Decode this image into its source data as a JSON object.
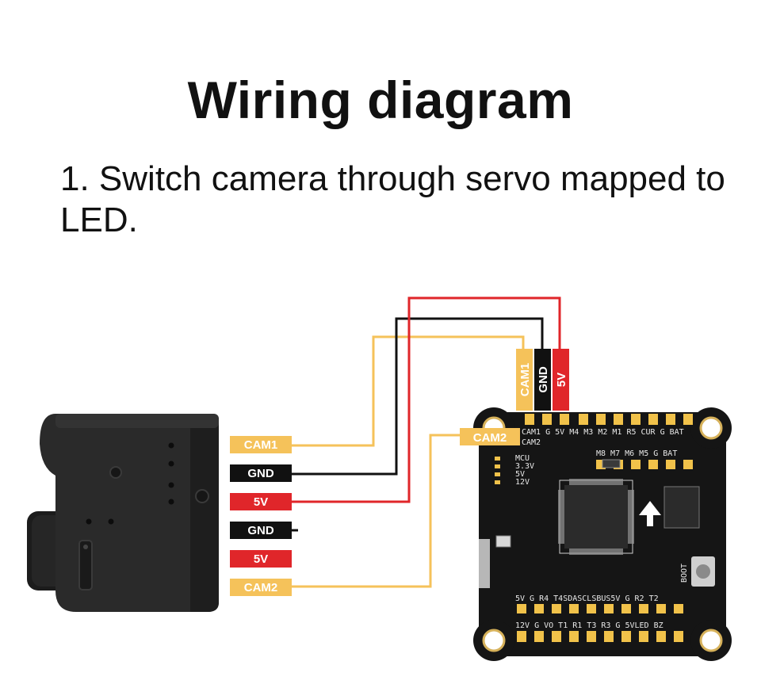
{
  "title": "Wiring diagram",
  "subtitle": "1. Switch camera through servo mapped to LED.",
  "colors": {
    "yellow": "#f5c25a",
    "red": "#e0262a",
    "black": "#111111",
    "pcb": "#151515",
    "pad": "#f1c24a"
  },
  "camera_labels": [
    "CAM1",
    "GND",
    "5V",
    "GND",
    "5V",
    "CAM2"
  ],
  "connector_labels": [
    "CAM1",
    "GND",
    "5V"
  ],
  "board_cam2_label": "CAM2",
  "pcb": {
    "top_row1": "CAM1 G 5V M4 M3 M2 M1 R5 CUR G BAT",
    "top_row2": "CAM2",
    "top_row3": "M8 M7 M6 M5 G BAT",
    "mcu": "MCU",
    "v33": "3.3V",
    "v5": "5V",
    "v12": "12V",
    "boot": "BOOT",
    "bottom_row1": "5V G R4 T4SDASCLSBUS5V G R2 T2",
    "bottom_row2": "12V G VO T1 R1 T3 R3 G 5VLED BZ"
  }
}
